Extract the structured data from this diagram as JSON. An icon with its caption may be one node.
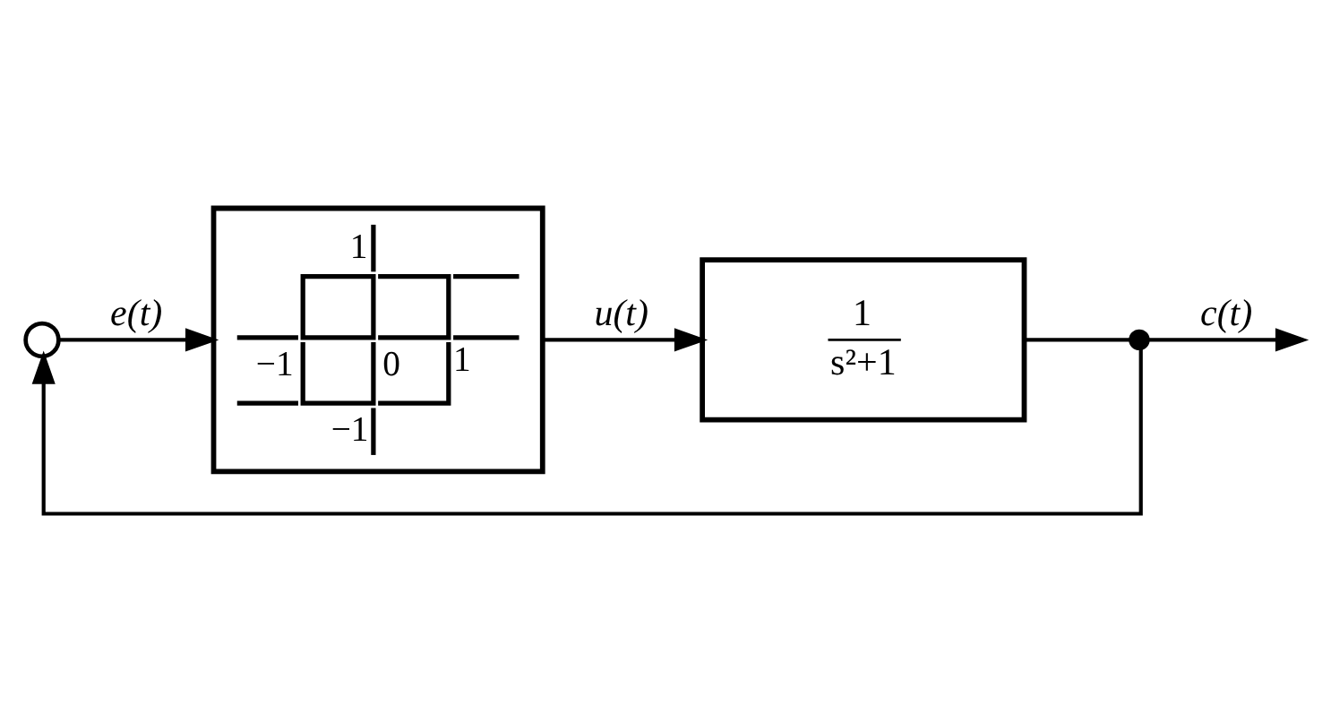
{
  "diagram": {
    "nodes": [
      {
        "text": [],
        "shape": "circle"
      },
      {
        "text": [
          "1",
          "−1",
          "0",
          "1",
          "−1"
        ]
      },
      {
        "text": [
          "1",
          "s²+1"
        ]
      },
      {
        "text": [],
        "shape": "dot"
      }
    ],
    "edges": [
      {
        "from": 0,
        "to": 1,
        "arrow": "to",
        "label": "e(t)"
      },
      {
        "from": 1,
        "to": 2,
        "arrow": "to",
        "label": "u(t)"
      },
      {
        "from": 2,
        "to": 3,
        "arrow": "none"
      },
      {
        "from": 3,
        "to": null,
        "arrow": "to",
        "label": "c(t)"
      },
      {
        "from": 3,
        "to": 0,
        "arrow": "to"
      }
    ]
  }
}
